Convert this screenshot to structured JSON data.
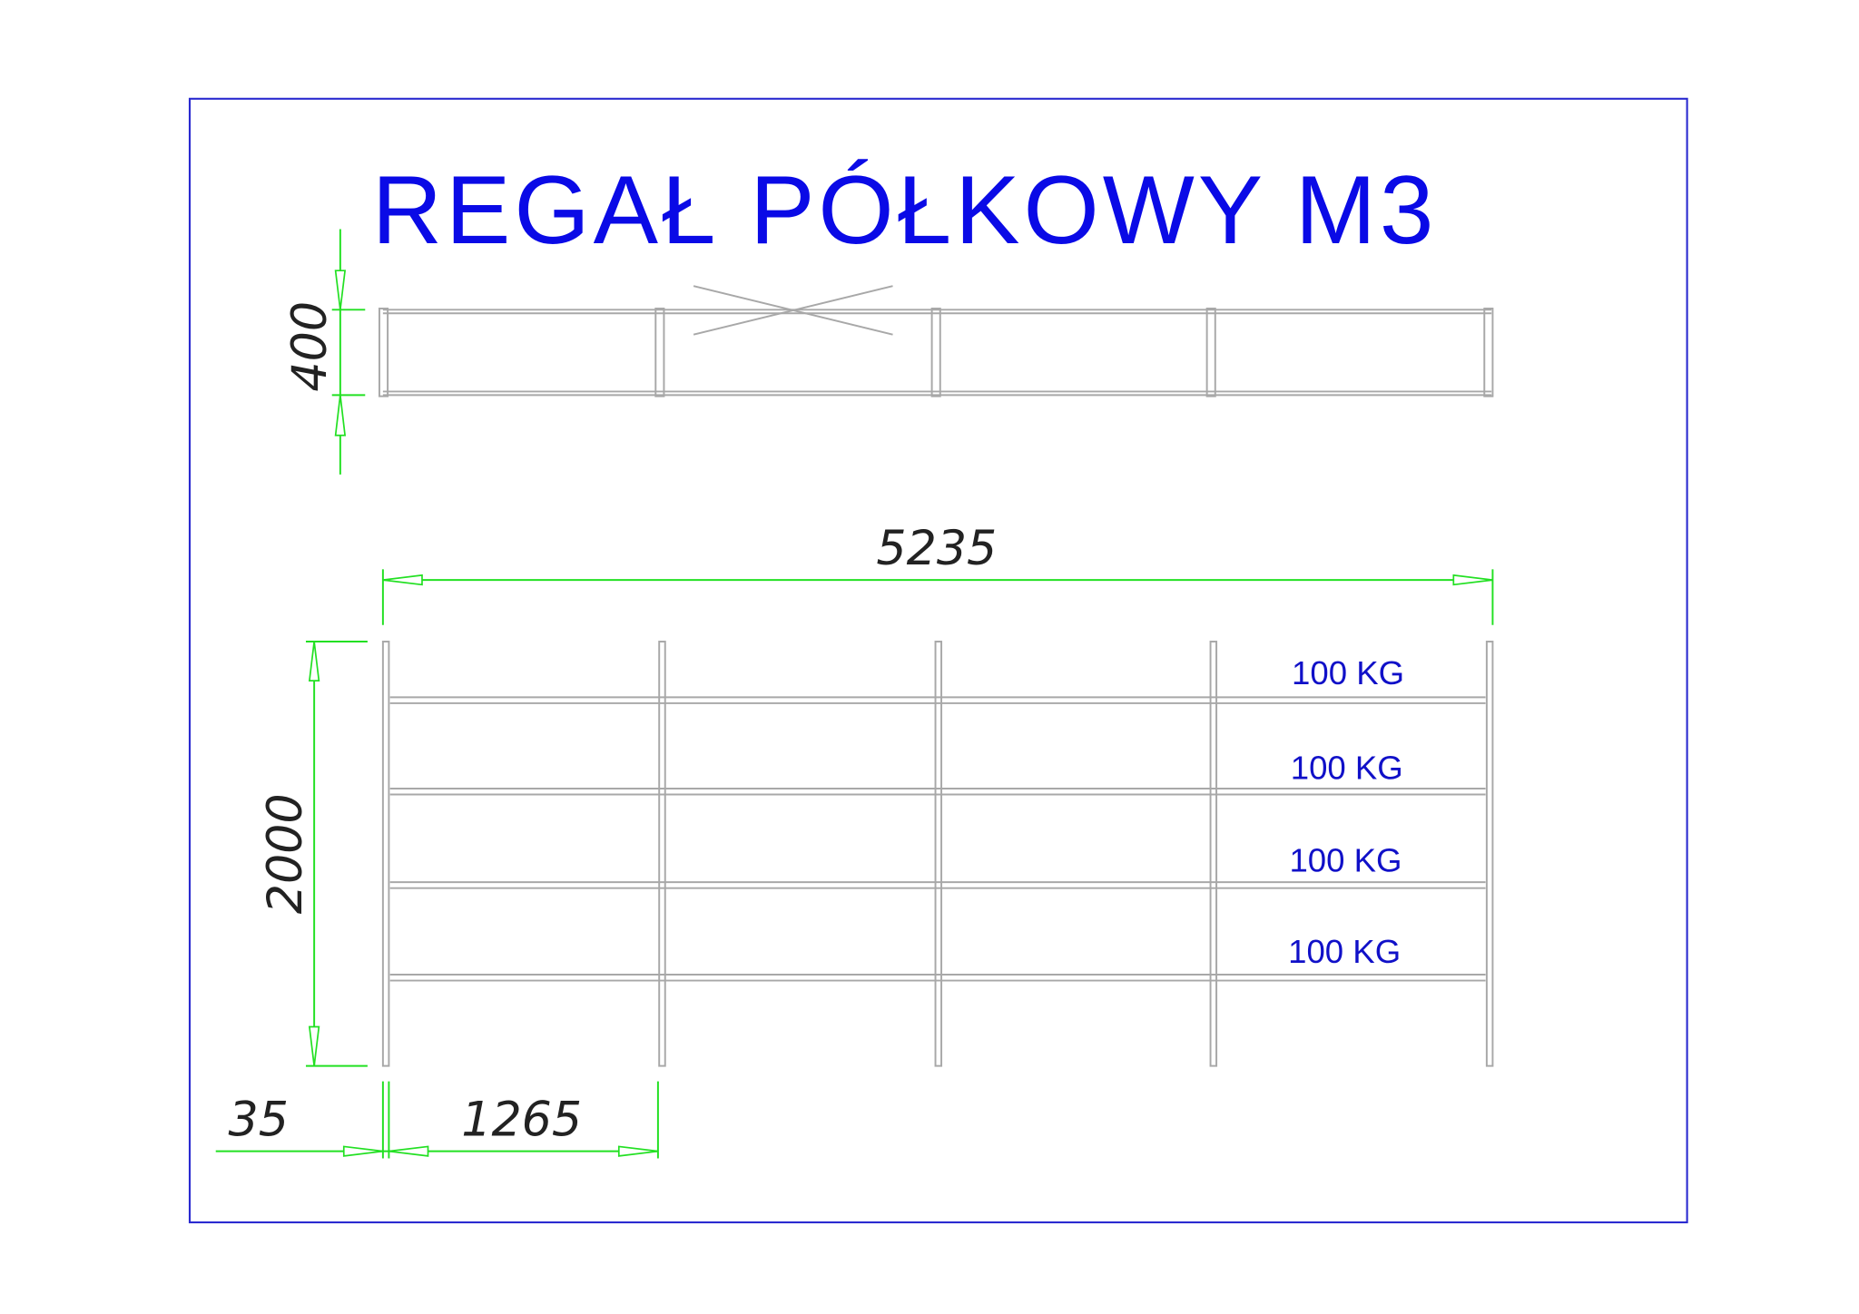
{
  "title": "REGAŁ PÓŁKOWY M3",
  "dimensions": {
    "depth": "400",
    "total_length": "5235",
    "height": "2000",
    "post_width": "35",
    "bay_width": "1265"
  },
  "shelf_loads": [
    "100 KG",
    "100 KG",
    "100 KG",
    "100 KG"
  ],
  "colors": {
    "frame": "#2a2ad0",
    "title": "#0a0ae6",
    "dimension": "#22e022",
    "steel": "#a8a8a8"
  }
}
